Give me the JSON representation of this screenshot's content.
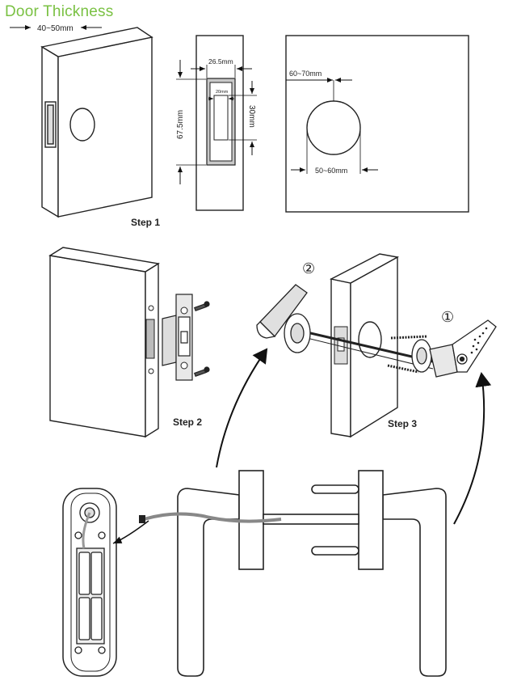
{
  "header": {
    "title": "Door Thickness",
    "title_color": "#7ac143"
  },
  "dimensions": {
    "door_thickness": "40~50mm",
    "mortise_width": "26.5mm",
    "inner_width": "20mm",
    "inner_height": "30mm",
    "mortise_height": "67.5mm",
    "hole_offset": "60~70mm",
    "hole_diameter": "50~60mm"
  },
  "steps": {
    "step1": "Step 1",
    "step2": "Step 2",
    "step3": "Step 3"
  },
  "markers": {
    "one": "①",
    "two": "②"
  }
}
